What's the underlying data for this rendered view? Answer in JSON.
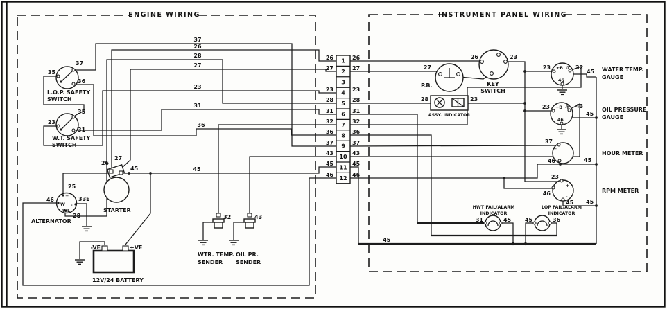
{
  "titles": {
    "engine": "ENGINE WIRING",
    "panel": "INSTRUMENT PANEL WIRING"
  },
  "strip": {
    "rows": [
      {
        "n": "1",
        "left": "26",
        "right": "26"
      },
      {
        "n": "2",
        "left": "27",
        "right": "27"
      },
      {
        "n": "3",
        "left": "",
        "right": ""
      },
      {
        "n": "4",
        "left": "23",
        "right": "23"
      },
      {
        "n": "5",
        "left": "28",
        "right": "28"
      },
      {
        "n": "6",
        "left": "31",
        "right": "31"
      },
      {
        "n": "7",
        "left": "32",
        "right": "32"
      },
      {
        "n": "8",
        "left": "36",
        "right": "36"
      },
      {
        "n": "9",
        "left": "37",
        "right": "37"
      },
      {
        "n": "10",
        "left": "43",
        "right": "43"
      },
      {
        "n": "11",
        "left": "45",
        "right": "45"
      },
      {
        "n": "12",
        "left": "46",
        "right": "46"
      }
    ]
  },
  "eng": {
    "lop": {
      "l1": "L.O.P. SAFETY",
      "l2": "SWITCH",
      "t37": "37",
      "t35": "35",
      "t36": "36"
    },
    "wt": {
      "l1": "W.T. SAFETY",
      "l2": "SWITCH",
      "t35": "35",
      "t23": "23",
      "t31": "31"
    },
    "alt": {
      "name": "ALTERNATOR",
      "p25": "25",
      "p46": "46",
      "p33e": "33E",
      "p28": "28",
      "sp": "+",
      "sw": "W",
      "sm": "-",
      "swl": "WL"
    },
    "starter": {
      "name": "STARTER",
      "t26": "26",
      "t27": "27",
      "t45": "45"
    },
    "battery": {
      "name": "12V/24 BATTERY",
      "neg": "-VE",
      "pos": "+VE"
    },
    "wtr": {
      "l1": "WTR. TEMP.",
      "l2": "SENDER",
      "t32": "32"
    },
    "oil": {
      "l1": "OIL PR.",
      "l2": "SENDER",
      "t43": "43"
    },
    "runs": {
      "w37": "37",
      "w26": "26",
      "w28": "28",
      "w27": "27",
      "w23": "23",
      "w31": "31",
      "w36": "36",
      "w45": "45"
    }
  },
  "panel": {
    "pb": {
      "name": "P.B.",
      "t27": "27"
    },
    "key": {
      "l1": "KEY",
      "l2": "SWITCH",
      "t26": "26",
      "t23": "23"
    },
    "assy": {
      "name": "ASSY. INDICATOR",
      "t28": "28",
      "t23": "23"
    },
    "wtg": {
      "l1": "WATER TEMP.",
      "l2": "GAUGE",
      "pb": "+B",
      "mt": "-T",
      "t23": "23",
      "t32": "32",
      "t46": "46",
      "t45": "45"
    },
    "opg": {
      "l1": "OIL PRESSURE",
      "l2": "GAUGE",
      "pb": "+B",
      "mt": "-T",
      "t23": "23",
      "t43": "43",
      "t46": "46",
      "t45": "45"
    },
    "hm": {
      "name": "HOUR METER",
      "pl": "+",
      "mn": "-",
      "t37": "37",
      "t46": "46",
      "t45": "45"
    },
    "rpm": {
      "name": "RPM METER",
      "pl": "+",
      "mn": "-",
      "t23": "23",
      "t46": "46",
      "t45a": "45",
      "t45b": "45"
    },
    "hwt": {
      "l1": "HWT FAIL/ALARM",
      "l2": "INDICATOR",
      "t31": "31",
      "t45": "45"
    },
    "lop": {
      "l1": "LOP FAIL/ALARM",
      "l2": "INDICATOR",
      "t45": "45",
      "t36": "36"
    },
    "run45": "45"
  }
}
